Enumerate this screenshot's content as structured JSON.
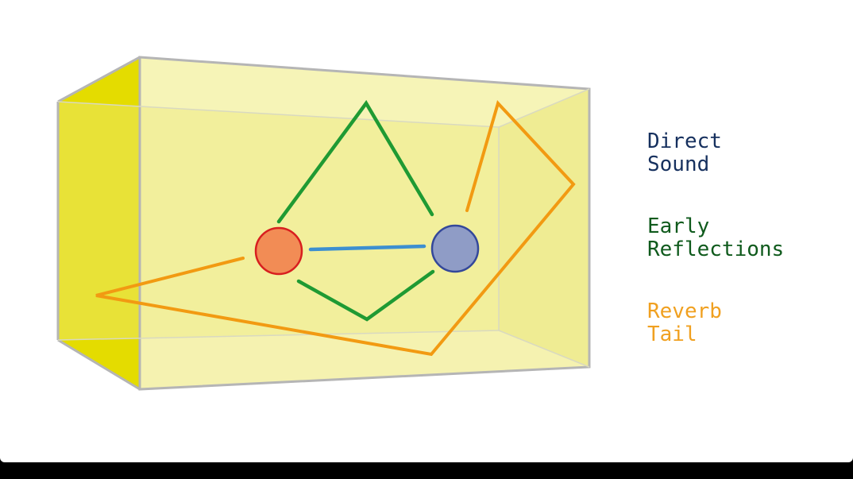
{
  "legend": {
    "items": [
      {
        "lines": [
          "Direct",
          "Sound"
        ],
        "color": "#16305e"
      },
      {
        "lines": [
          "Early",
          "Reflections"
        ],
        "color": "#0f5a1c"
      },
      {
        "lines": [
          "Reverb",
          "Tail"
        ],
        "color": "#f0a020"
      }
    ]
  },
  "colors": {
    "room_fill": "#f3f0a0",
    "room_left_wall": "#e4dc00",
    "room_edge": "#b5b5b5",
    "source_fill": "#f28c55",
    "source_stroke": "#d81f1f",
    "listener_fill": "#8f9cc6",
    "listener_stroke": "#34489a",
    "direct_path": "#3d8fd0",
    "early_reflection_path": "#1f9a33",
    "reverb_path": "#f29a12"
  }
}
